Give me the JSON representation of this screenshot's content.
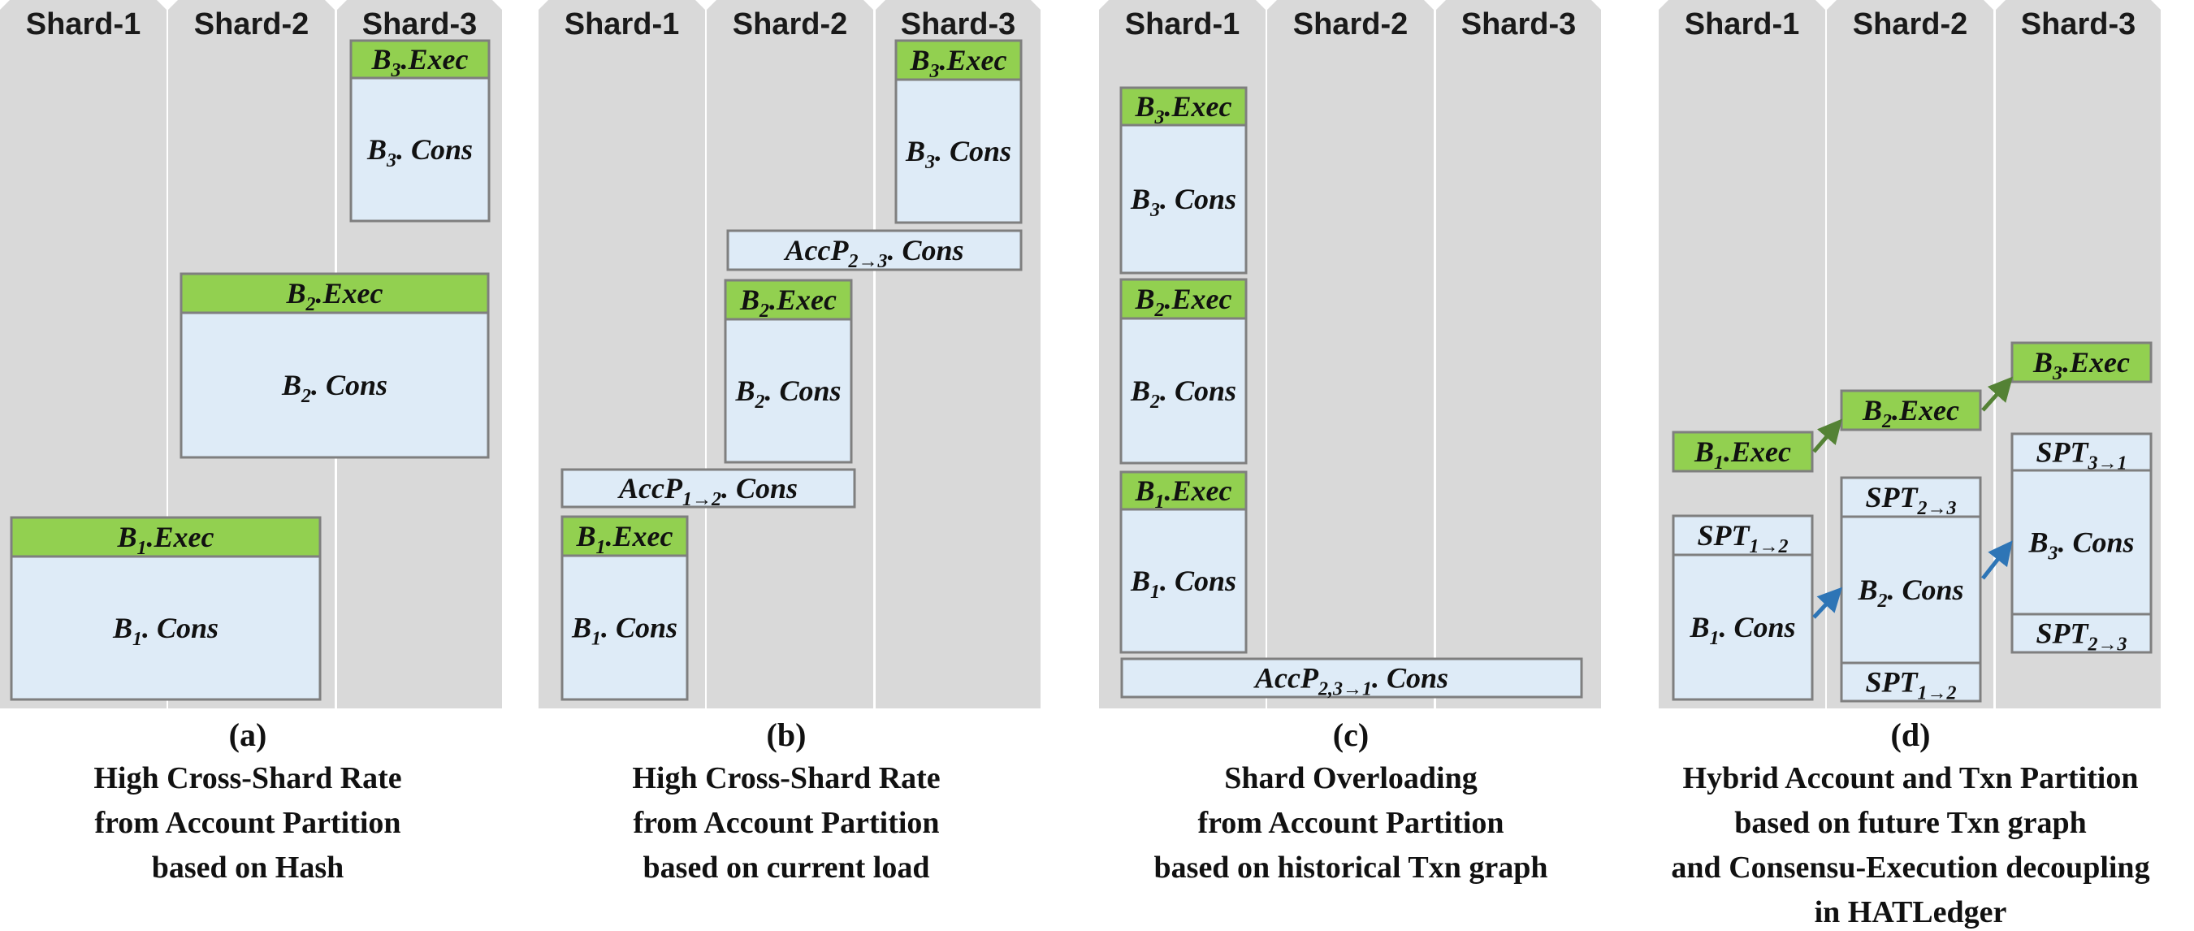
{
  "shard_titles": [
    "Shard-1",
    "Shard-2",
    "Shard-3"
  ],
  "panels": [
    {
      "letter": "(a)",
      "caption": [
        "High Cross-Shard Rate",
        "from Account Partition",
        "based on Hash"
      ],
      "blocks": [
        {
          "kind": "exec",
          "main": "B",
          "sub": "3",
          "suffix": ".Exec"
        },
        {
          "kind": "cons",
          "main": "B",
          "sub": "3",
          "suffix": ". Cons"
        },
        {
          "kind": "exec",
          "main": "B",
          "sub": "2",
          "suffix": ".Exec"
        },
        {
          "kind": "cons",
          "main": "B",
          "sub": "2",
          "suffix": ". Cons"
        },
        {
          "kind": "exec",
          "main": "B",
          "sub": "1",
          "suffix": ".Exec"
        },
        {
          "kind": "cons",
          "main": "B",
          "sub": "1",
          "suffix": ". Cons"
        }
      ]
    },
    {
      "letter": "(b)",
      "caption": [
        "High Cross-Shard  Rate",
        "from Account Partition",
        "based on current  load"
      ],
      "blocks": [
        {
          "kind": "exec",
          "main": "B",
          "sub": "3",
          "suffix": ".Exec"
        },
        {
          "kind": "cons",
          "main": "B",
          "sub": "3",
          "suffix": ". Cons"
        },
        {
          "kind": "cons",
          "main": "AccP",
          "sub": "2→3",
          "suffix": ". Cons"
        },
        {
          "kind": "exec",
          "main": "B",
          "sub": "2",
          "suffix": ".Exec"
        },
        {
          "kind": "cons",
          "main": "B",
          "sub": "2",
          "suffix": ". Cons"
        },
        {
          "kind": "cons",
          "main": "AccP",
          "sub": "1→2",
          "suffix": ". Cons"
        },
        {
          "kind": "exec",
          "main": "B",
          "sub": "1",
          "suffix": ".Exec"
        },
        {
          "kind": "cons",
          "main": "B",
          "sub": "1",
          "suffix": ". Cons"
        }
      ]
    },
    {
      "letter": "(c)",
      "caption": [
        "Shard Overloading",
        "from Account Partition",
        "based on historical  Txn graph"
      ],
      "blocks": [
        {
          "kind": "exec",
          "main": "B",
          "sub": "3",
          "suffix": ".Exec"
        },
        {
          "kind": "cons",
          "main": "B",
          "sub": "3",
          "suffix": ". Cons"
        },
        {
          "kind": "exec",
          "main": "B",
          "sub": "2",
          "suffix": ".Exec"
        },
        {
          "kind": "cons",
          "main": "B",
          "sub": "2",
          "suffix": ". Cons"
        },
        {
          "kind": "exec",
          "main": "B",
          "sub": "1",
          "suffix": ".Exec"
        },
        {
          "kind": "cons",
          "main": "B",
          "sub": "1",
          "suffix": ". Cons"
        },
        {
          "kind": "cons",
          "main": "AccP",
          "sub": "2,3→1",
          "suffix": ". Cons"
        }
      ]
    },
    {
      "letter": "(d)",
      "caption": [
        "Hybrid  Account and Txn Partition",
        "based on future Txn graph",
        "and Consensu-Execution decoupling",
        "in HATLedger"
      ],
      "blocks": [
        {
          "kind": "exec",
          "main": "B",
          "sub": "1",
          "suffix": ".Exec"
        },
        {
          "kind": "exec",
          "main": "B",
          "sub": "2",
          "suffix": ".Exec"
        },
        {
          "kind": "exec",
          "main": "B",
          "sub": "3",
          "suffix": ".Exec"
        },
        {
          "kind": "cons",
          "main": "SPT",
          "sub": "1→2",
          "suffix": ""
        },
        {
          "kind": "cons",
          "main": "B",
          "sub": "1",
          "suffix": ". Cons"
        },
        {
          "kind": "cons",
          "main": "SPT",
          "sub": "2→3",
          "suffix": ""
        },
        {
          "kind": "cons",
          "main": "B",
          "sub": "2",
          "suffix": ". Cons"
        },
        {
          "kind": "cons",
          "main": "SPT",
          "sub": "1→2",
          "suffix": ""
        },
        {
          "kind": "cons",
          "main": "SPT",
          "sub": "3→1",
          "suffix": ""
        },
        {
          "kind": "cons",
          "main": "B",
          "sub": "3",
          "suffix": ". Cons"
        },
        {
          "kind": "cons",
          "main": "SPT",
          "sub": "2→3",
          "suffix": ""
        }
      ]
    }
  ],
  "colors": {
    "shard_bg": "#d9d9d9",
    "exec_fill": "#92d050",
    "cons_fill": "#deebf7",
    "border": "#7f7f7f",
    "arrow_exec": "#548235",
    "arrow_cons": "#2e75b6"
  }
}
